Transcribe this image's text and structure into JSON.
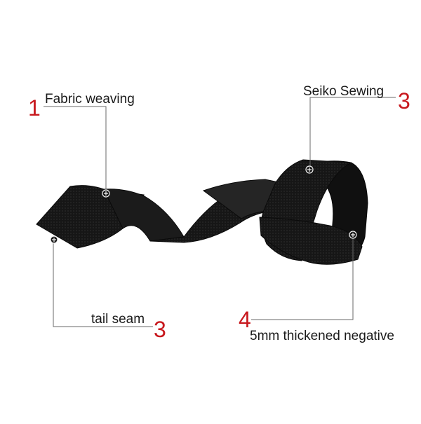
{
  "product_image": {
    "subject": "black nylon lifting strap",
    "color": "#141414"
  },
  "marker_icon": "plus-circle-icon",
  "accent_color": "#c8191e",
  "callouts": [
    {
      "number": "1",
      "label": "Fabric weaving"
    },
    {
      "number": "3",
      "label": "Seiko Sewing"
    },
    {
      "number": "3",
      "label": "tail seam"
    },
    {
      "number": "4",
      "label": "5mm thickened negative"
    }
  ]
}
